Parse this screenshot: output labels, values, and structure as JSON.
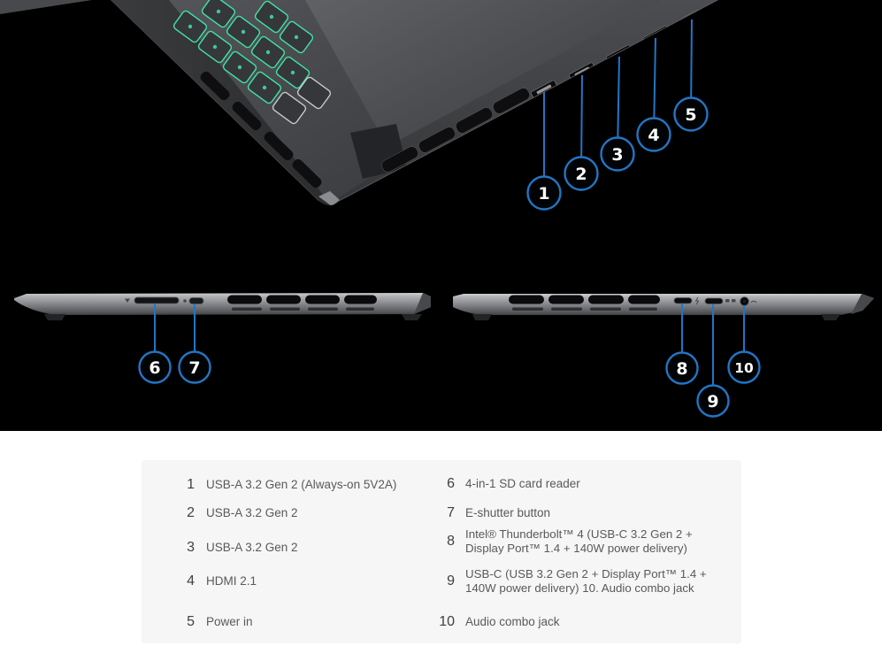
{
  "figure": {
    "description_bg": "#000000",
    "panel_bg": "#f6f6f7",
    "accent_blue": "#2176c5",
    "key_glow_green": "#3ee6a3"
  },
  "hero": {
    "callouts": [
      {
        "label": "1"
      },
      {
        "label": "2"
      },
      {
        "label": "3"
      },
      {
        "label": "4"
      },
      {
        "label": "5"
      },
      {
        "label": "6"
      },
      {
        "label": "7"
      },
      {
        "label": "8"
      },
      {
        "label": "9"
      },
      {
        "label": "10"
      }
    ]
  },
  "legend": {
    "items": [
      {
        "num": "1",
        "text": "USB-A 3.2 Gen 2 (Always-on 5V2A)"
      },
      {
        "num": "2",
        "text": "USB-A 3.2 Gen 2"
      },
      {
        "num": "3",
        "text": "USB-A 3.2 Gen 2"
      },
      {
        "num": "4",
        "text": "HDMI 2.1"
      },
      {
        "num": "5",
        "text": "Power in"
      },
      {
        "num": "6",
        "text": "4-in-1 SD card reader"
      },
      {
        "num": "7",
        "text": "E-shutter button"
      },
      {
        "num": "8",
        "text": "Intel® Thunderbolt™ 4 (USB-C 3.2 Gen 2 + Display Port™ 1.4 + 140W power delivery)"
      },
      {
        "num": "9",
        "text": "USB-C (USB 3.2 Gen 2 + Display Port™ 1.4 + 140W power delivery) 10. Audio combo jack"
      },
      {
        "num": "10",
        "text": "Audio combo jack"
      }
    ]
  }
}
